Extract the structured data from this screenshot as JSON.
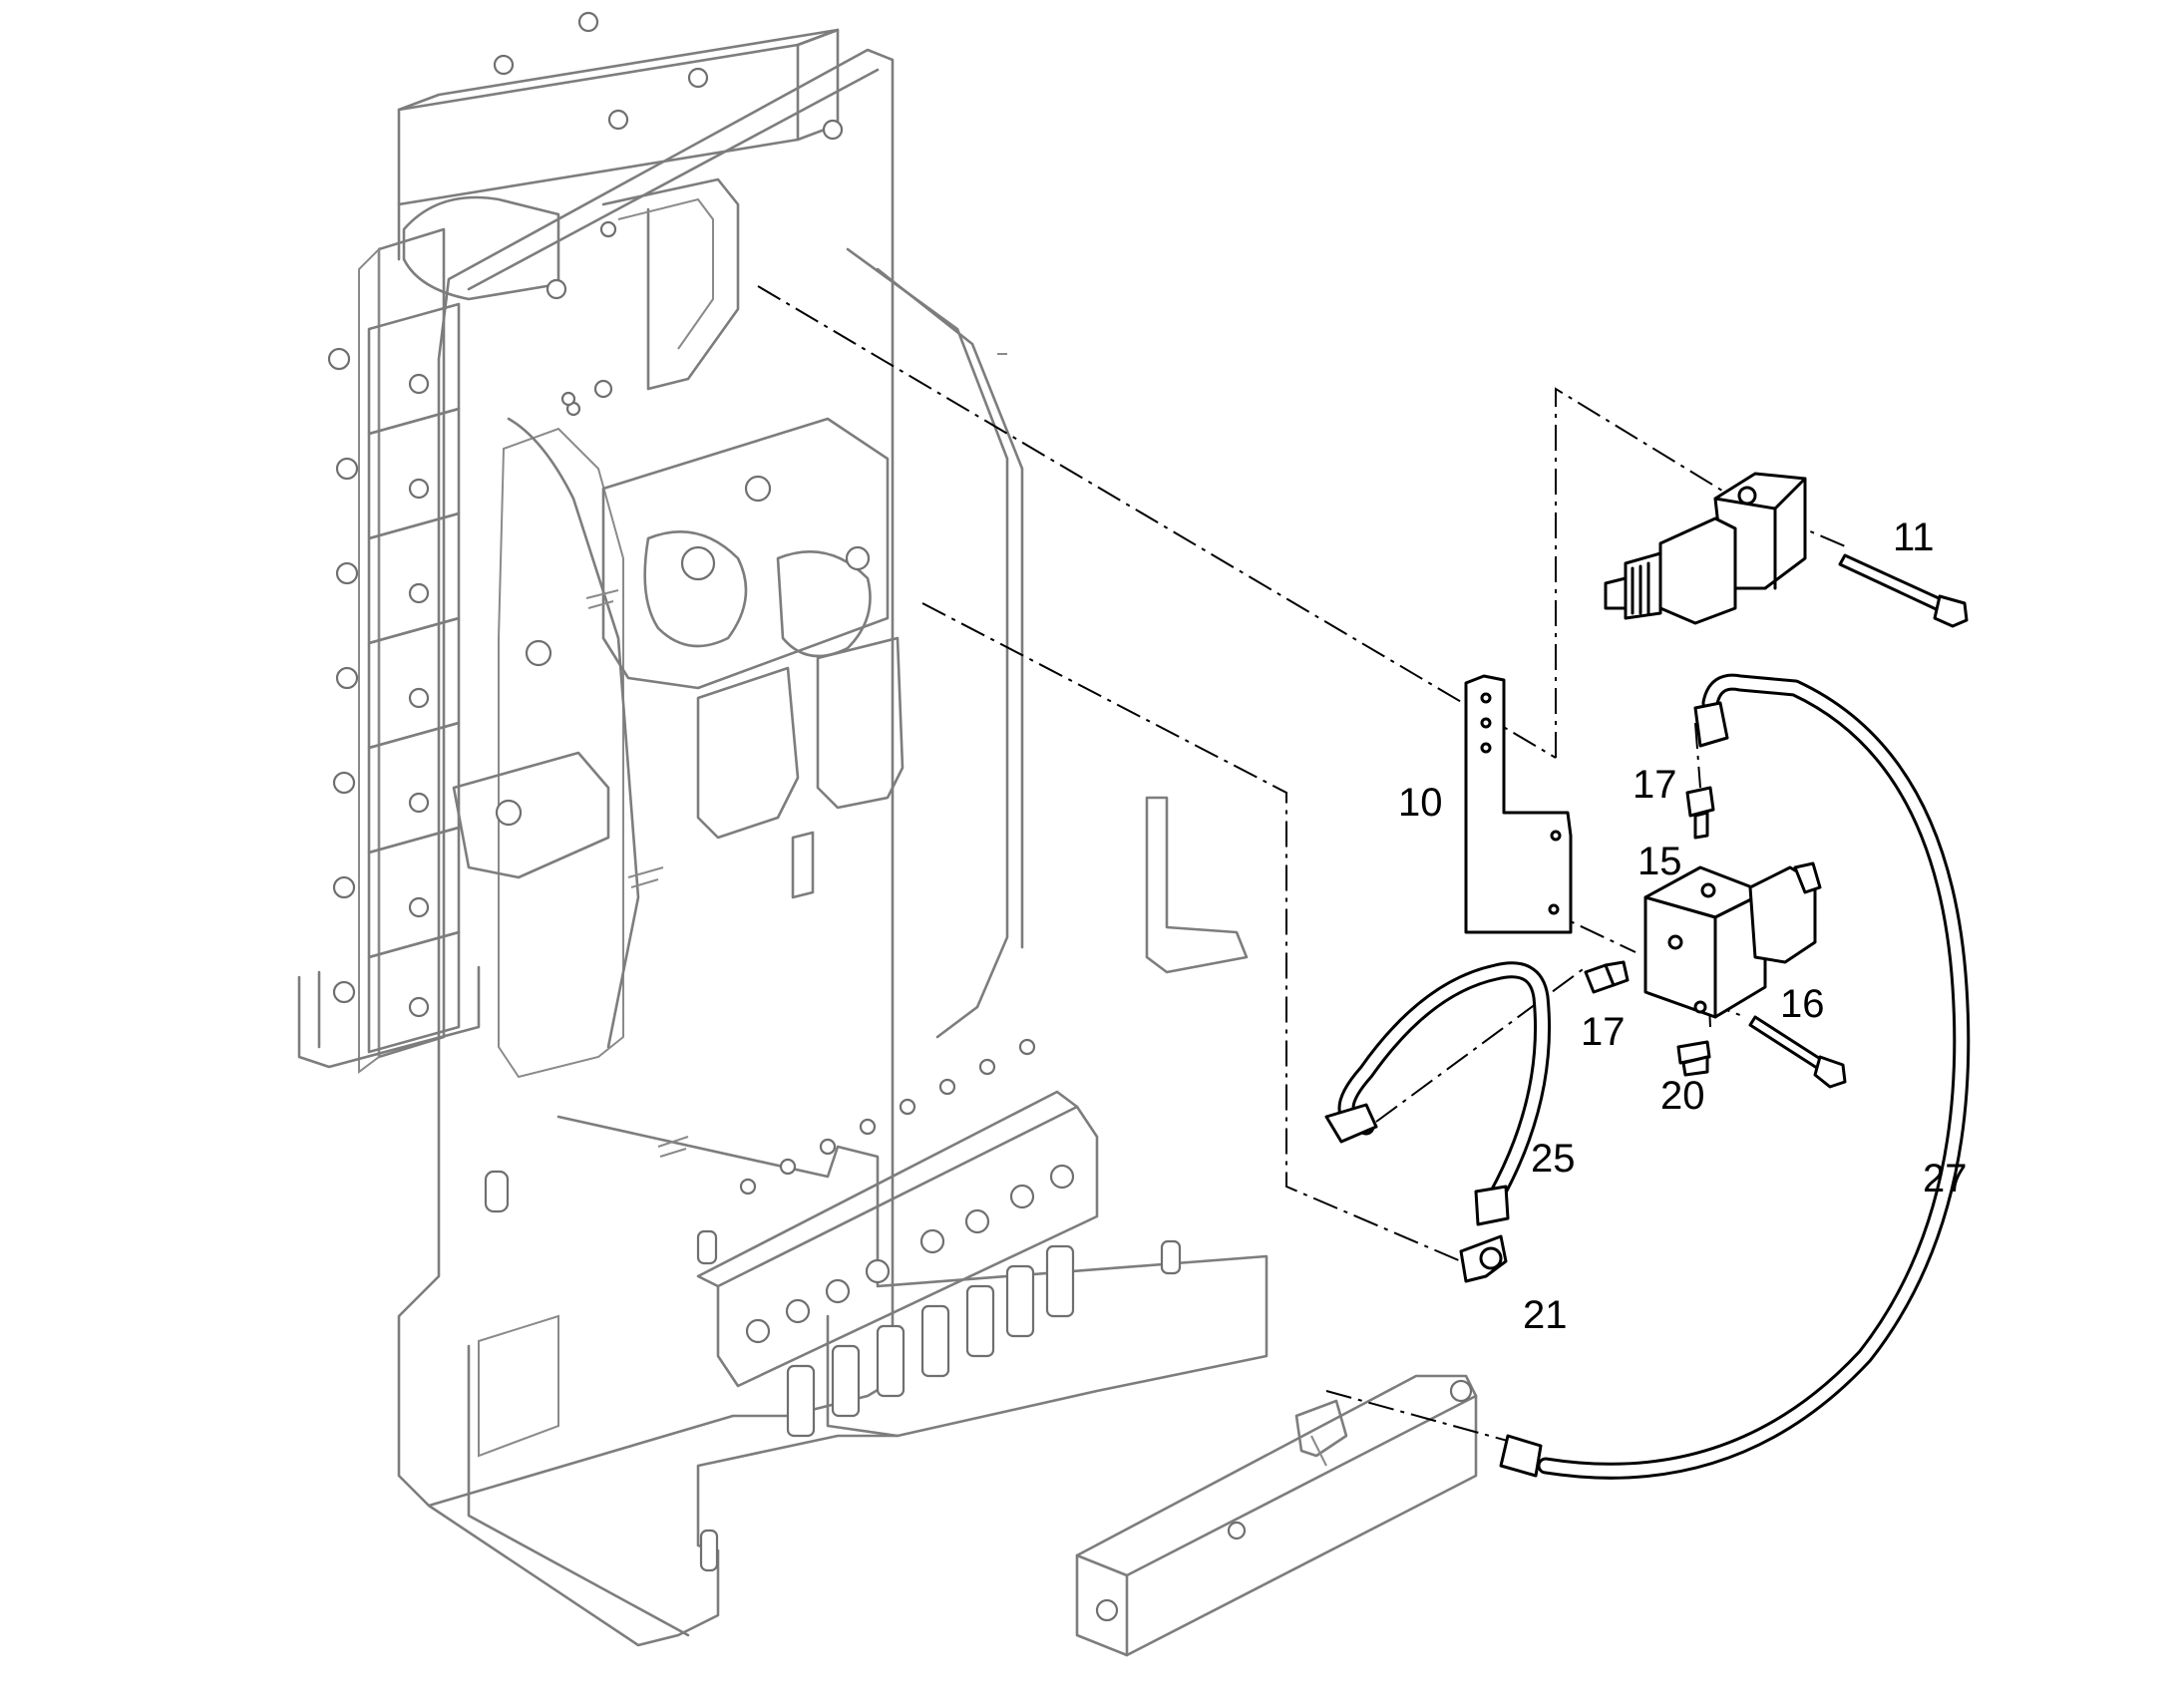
{
  "diagram": {
    "type": "exploded-parts-drawing",
    "callouts": {
      "p10": "10",
      "p11": "11",
      "p15": "15",
      "p16": "16",
      "p17a": "17",
      "p17b": "17",
      "p20": "20",
      "p21": "21",
      "p25": "25",
      "p27": "27"
    }
  }
}
